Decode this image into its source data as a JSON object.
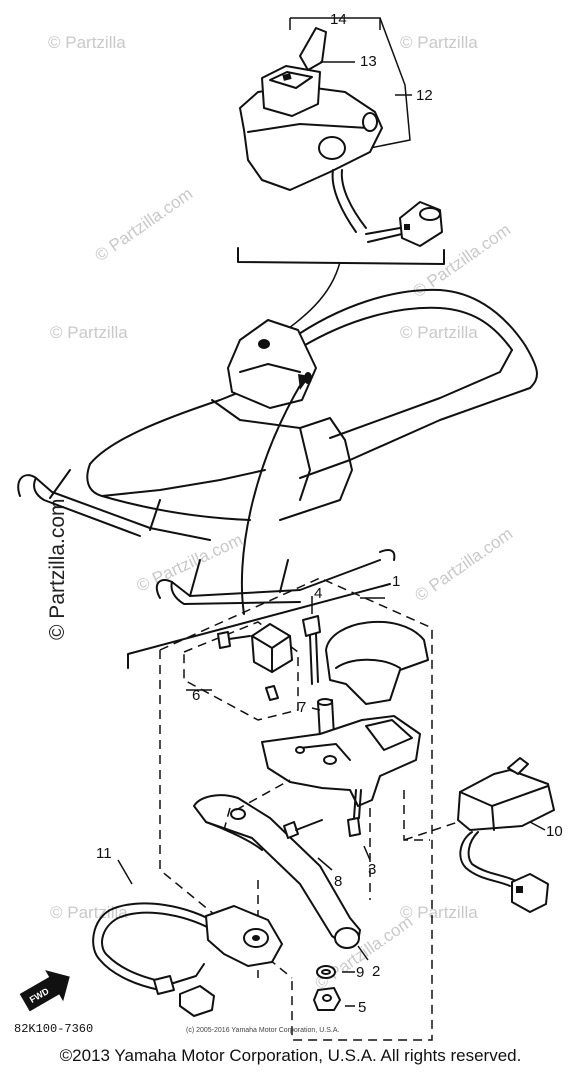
{
  "diagram": {
    "callouts": {
      "c1": "1",
      "c2": "2",
      "c3": "3",
      "c4": "4",
      "c5": "5",
      "c6": "6",
      "c7": "7",
      "c8": "8",
      "c9": "9",
      "c10": "10",
      "c11": "11",
      "c12": "12",
      "c13": "13",
      "c14": "14"
    },
    "part_code": "82K100-7360",
    "fwd_label": "FWD",
    "small_copyright": "(c) 2005-2016 Yamaha Motor Corporation, U.S.A."
  },
  "watermarks": {
    "text": "© Partzilla.com",
    "short": "© Partzilla",
    "big_vertical": "© Partzilla.com"
  },
  "footer": {
    "copyright": "©2013 Yamaha Motor Corporation, U.S.A. All rights reserved."
  }
}
